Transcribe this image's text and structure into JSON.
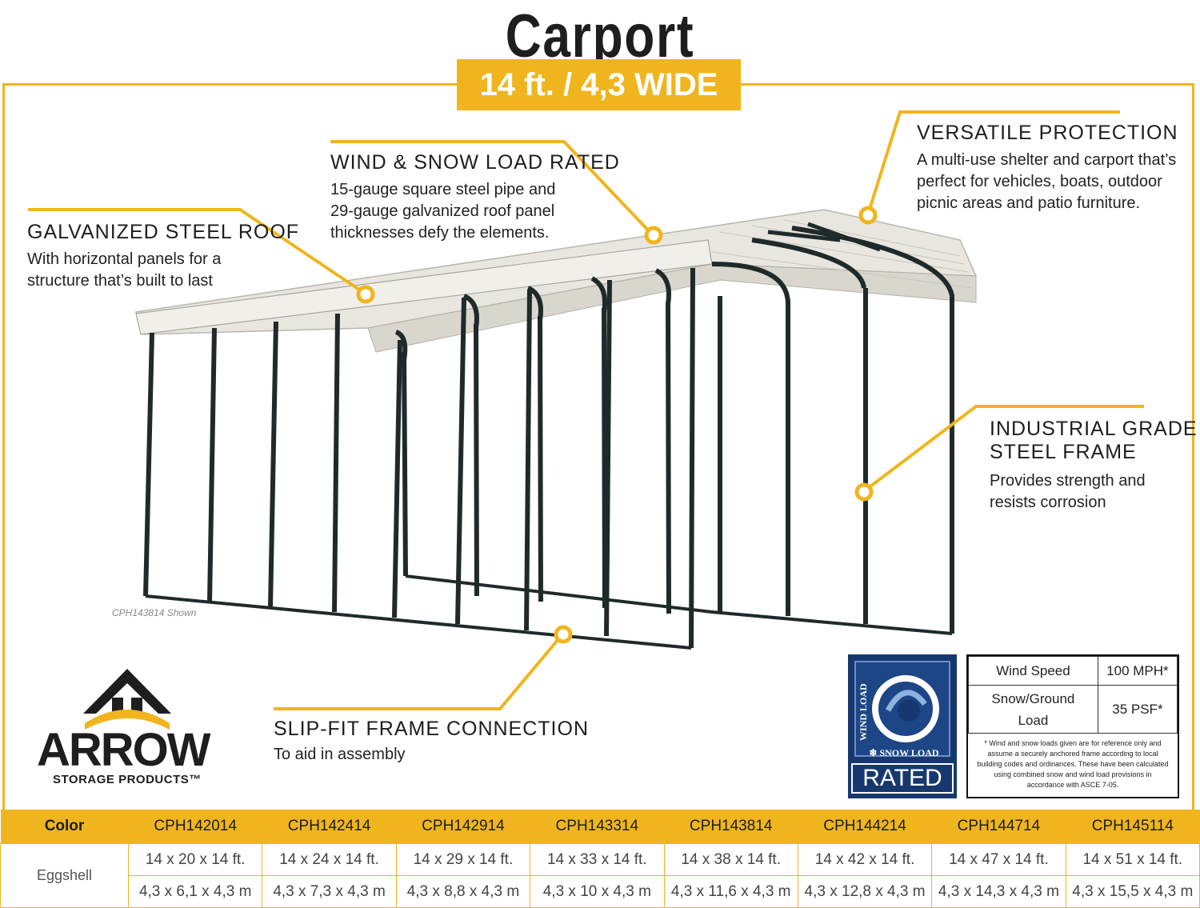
{
  "title": "Carport",
  "banner": "14 ft. / 4,3 WIDE",
  "callouts": {
    "roof": {
      "heading": "GALVANIZED STEEL ROOF",
      "lines": [
        "With horizontal panels for a",
        "structure that’s built to last"
      ]
    },
    "wind": {
      "heading": "WIND & SNOW LOAD RATED",
      "lines": [
        "15-gauge square steel pipe and",
        "29-gauge galvanized roof panel",
        "thicknesses defy the elements."
      ]
    },
    "versatile": {
      "heading": "VERSATILE PROTECTION",
      "lines": [
        "A multi-use shelter and carport that’s",
        "perfect for vehicles, boats, outdoor",
        "picnic areas and patio furniture."
      ]
    },
    "frame": {
      "heading_lines": [
        "INDUSTRIAL GRADE",
        "STEEL FRAME"
      ],
      "lines": [
        "Provides strength and",
        "resists corrosion"
      ]
    },
    "slipfit": {
      "heading": "SLIP-FIT FRAME CONNECTION",
      "lines": [
        "To aid in assembly"
      ]
    }
  },
  "image_caption": "CPH143814 Shown",
  "logo": {
    "name": "ARROW",
    "sub": "STORAGE PRODUCTS™"
  },
  "badge": {
    "vertical": "WIND LOAD",
    "snow": "SNOW LOAD",
    "rated": "RATED"
  },
  "spec_table": {
    "rows": [
      {
        "label": "Wind Speed",
        "value": "100 MPH*"
      },
      {
        "label": "Snow/Ground Load",
        "value": "35 PSF*"
      }
    ],
    "note": "* Wind and snow loads given are for reference only and assume a securely anchored frame according to local building codes and ordinances. These have been calculated using combined snow and wind load provisions in accordance with ASCE 7-05."
  },
  "models": {
    "color_header": "Color",
    "color_value": "Eggshell",
    "items": [
      {
        "model": "CPH142014",
        "imperial": "14 x 20 x 14 ft.",
        "metric": "4,3 x 6,1 x 4,3 m"
      },
      {
        "model": "CPH142414",
        "imperial": "14 x 24 x 14 ft.",
        "metric": "4,3 x 7,3 x 4,3 m"
      },
      {
        "model": "CPH142914",
        "imperial": "14 x 29 x 14 ft.",
        "metric": "4,3 x 8,8 x 4,3 m"
      },
      {
        "model": "CPH143314",
        "imperial": "14 x 33 x 14 ft.",
        "metric": "4,3 x 10 x 4,3 m"
      },
      {
        "model": "CPH143814",
        "imperial": "14 x 38 x 14 ft.",
        "metric": "4,3 x 11,6 x 4,3 m"
      },
      {
        "model": "CPH144214",
        "imperial": "14 x 42 x 14 ft.",
        "metric": "4,3 x 12,8 x 4,3 m"
      },
      {
        "model": "CPH144714",
        "imperial": "14 x 47 x 14 ft.",
        "metric": "4,3 x 14,3 x 4,3 m"
      },
      {
        "model": "CPH145114",
        "imperial": "14 x 51 x 14 ft.",
        "metric": "4,3 x 15,5 x 4,3 m"
      }
    ]
  },
  "colors": {
    "accent": "#f0b51e",
    "frame": "#1f2a2a",
    "roof": "#e6e3dc",
    "badge": "#17386e"
  }
}
